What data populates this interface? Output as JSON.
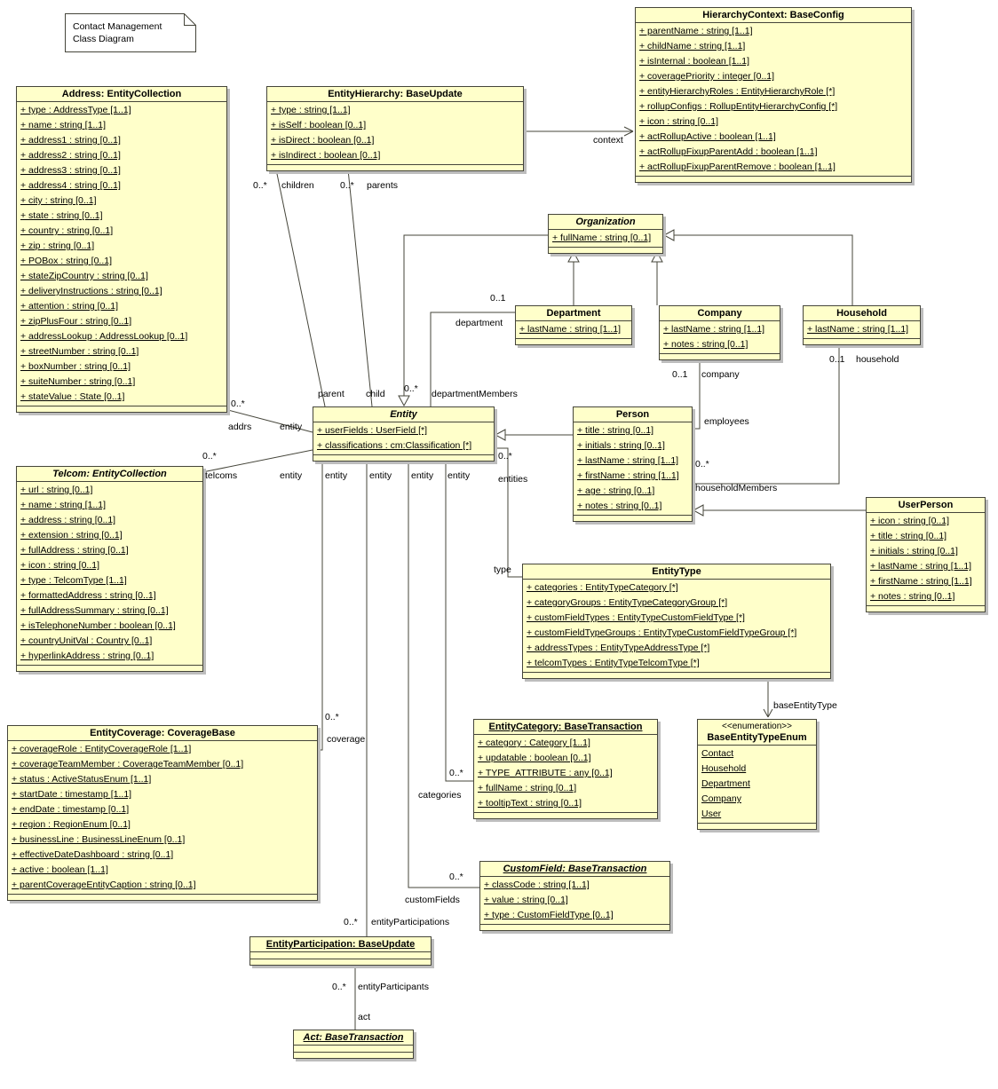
{
  "note": {
    "line1": "Contact Management",
    "line2": "Class Diagram"
  },
  "classes": {
    "address": {
      "title": "Address: EntityCollection",
      "attrs": [
        "+ type : AddressType [1..1]",
        "+ name : string [1..1]",
        "+ address1 : string [0..1]",
        "+ address2 : string [0..1]",
        "+ address3 : string [0..1]",
        "+ address4 : string [0..1]",
        "+ city : string [0..1]",
        "+ state : string [0..1]",
        "+ country : string [0..1]",
        "+ zip : string [0..1]",
        "+ POBox : string [0..1]",
        "+ stateZipCountry : string [0..1]",
        "+ deliveryInstructions : string [0..1]",
        "+ attention : string [0..1]",
        "+ zipPlusFour : string [0..1]",
        "+ addressLookup : AddressLookup [0..1]",
        "+ streetNumber : string [0..1]",
        "+ boxNumber : string [0..1]",
        "+ suiteNumber : string [0..1]",
        "+ stateValue : State [0..1]"
      ]
    },
    "entityHierarchy": {
      "title": "EntityHierarchy: BaseUpdate",
      "attrs": [
        "+ type : string [1..1]",
        "+ isSelf : boolean [0..1]",
        "+ isDirect : boolean [0..1]",
        "+ isIndirect : boolean [0..1]"
      ]
    },
    "hierarchyContext": {
      "title": "HierarchyContext: BaseConfig",
      "attrs": [
        "+ parentName : string [1..1]",
        "+ childName : string [1..1]",
        "+ isInternal : boolean [1..1]",
        "+ coveragePriority : integer [0..1]",
        "+ entityHierarchyRoles : EntityHierarchyRole [*]",
        "+ rollupConfigs : RollupEntityHierarchyConfig [*]",
        "+ icon : string [0..1]",
        "+ actRollupActive : boolean [1..1]",
        "+ actRollupFixupParentAdd : boolean [1..1]",
        "+ actRollupFixupParentRemove : boolean [1..1]"
      ]
    },
    "organization": {
      "title": "Organization",
      "attrs": [
        "+ fullName : string [0..1]"
      ]
    },
    "department": {
      "title": "Department",
      "attrs": [
        "+ lastName : string [1..1]"
      ]
    },
    "company": {
      "title": "Company",
      "attrs": [
        "+ lastName : string [1..1]",
        "+ notes : string [0..1]"
      ]
    },
    "household": {
      "title": "Household",
      "attrs": [
        "+ lastName : string [1..1]"
      ]
    },
    "entity": {
      "title": "Entity",
      "attrs": [
        "+ userFields : UserField [*]",
        "+ classifications : cm:Classification [*]"
      ]
    },
    "person": {
      "title": "Person",
      "attrs": [
        "+ title : string [0..1]",
        "+ initials : string [0..1]",
        "+ lastName : string [1..1]",
        "+ firstName : string [1..1]",
        "+ age : string [0..1]",
        "+ notes : string [0..1]"
      ]
    },
    "telcom": {
      "title": "Telcom: EntityCollection",
      "attrs": [
        "+ url : string [0..1]",
        "+ name : string [1..1]",
        "+ address : string [0..1]",
        "+ extension : string [0..1]",
        "+ fullAddress : string [0..1]",
        "+ icon : string [0..1]",
        "+ type : TelcomType [1..1]",
        "+ formattedAddress : string [0..1]",
        "+ fullAddressSummary : string [0..1]",
        "+ isTelephoneNumber : boolean [0..1]",
        "+ countryUnitVal : Country [0..1]",
        "+ hyperlinkAddress : string [0..1]"
      ]
    },
    "userPerson": {
      "title": "UserPerson",
      "attrs": [
        "+ icon : string [0..1]",
        "+ title : string [0..1]",
        "+ initials : string [0..1]",
        "+ lastName : string [1..1]",
        "+ firstName : string [1..1]",
        "+ notes : string [0..1]"
      ]
    },
    "entityType": {
      "title": "EntityType",
      "attrs": [
        "+ categories : EntityTypeCategory [*]",
        "+ categoryGroups : EntityTypeCategoryGroup [*]",
        "+ customFieldTypes : EntityTypeCustomFieldType [*]",
        "+ customFieldTypeGroups : EntityTypeCustomFieldTypeGroup [*]",
        "+ addressTypes : EntityTypeAddressType [*]",
        "+ telcomTypes : EntityTypeTelcomType [*]"
      ]
    },
    "entityCoverage": {
      "title": "EntityCoverage: CoverageBase",
      "attrs": [
        "+ coverageRole : EntityCoverageRole [1..1]",
        "+ coverageTeamMember : CoverageTeamMember [0..1]",
        "+ status : ActiveStatusEnum [1..1]",
        "+ startDate : timestamp [1..1]",
        "+ endDate : timestamp [0..1]",
        "+ region : RegionEnum [0..1]",
        "+ businessLine : BusinessLineEnum [0..1]",
        "+ effectiveDateDashboard : string [0..1]",
        "+ active : boolean [1..1]",
        "+ parentCoverageEntityCaption : string [0..1]"
      ]
    },
    "entityCategory": {
      "title": "EntityCategory: BaseTransaction",
      "attrs": [
        "+ category : Category [1..1]",
        "+ updatable : boolean [0..1]",
        "+ TYPE_ATTRIBUTE : any [0..1]",
        "+ fullName : string [0..1]",
        "+ tooltipText : string [0..1]"
      ]
    },
    "baseEntityTypeEnum": {
      "stereotype": "<<enumeration>>",
      "title": "BaseEntityTypeEnum",
      "literals": [
        "Contact",
        "Household",
        "Department",
        "Company",
        "User"
      ]
    },
    "customField": {
      "title": "CustomField: BaseTransaction",
      "attrs": [
        "+ classCode : string [1..1]",
        "+ value : string [0..1]",
        "+ type : CustomFieldType [0..1]"
      ]
    },
    "entityParticipation": {
      "title": "EntityParticipation: BaseUpdate"
    },
    "act": {
      "title": "Act: BaseTransaction"
    }
  },
  "labels": [
    "context",
    "0..*",
    "children",
    "0..*",
    "parents",
    "parent",
    "child",
    "0..*",
    "departmentMembers",
    "0..1",
    "department",
    "0..1",
    "company",
    "employees",
    "0..1",
    "household",
    "0..*",
    "householdMembers",
    "0..*",
    "addrs",
    "entity",
    "0..*",
    "telcoms",
    "entity",
    "entity",
    "entity",
    "entity",
    "entity",
    "0..*",
    "entities",
    "type",
    "baseEntityType",
    "0..*",
    "coverage",
    "0..*",
    "categories",
    "0..*",
    "customFields",
    "0..*",
    "entityParticipations",
    "0..*",
    "entityParticipants",
    "act"
  ]
}
